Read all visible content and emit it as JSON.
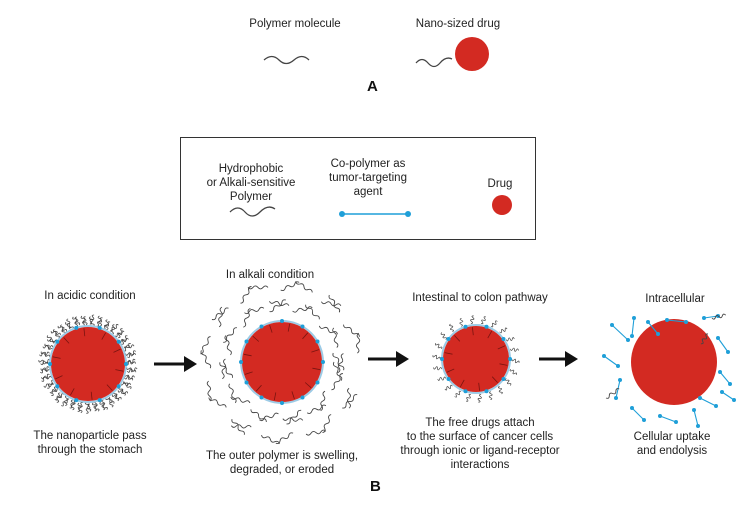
{
  "colors": {
    "drug": "#d32a22",
    "copolymer": "#1f9fd8",
    "polymer": "#444444",
    "arrow": "#111111"
  },
  "panel_a": {
    "polymer_label": "Polymer molecule",
    "drug_label": "Nano-sized drug",
    "panel_letter": "A"
  },
  "legend": {
    "polymer_label": "Hydrophobic\nor Alkali-sensitive\nPolymer",
    "copolymer_label": "Co-polymer as\ntumor-targeting\nagent",
    "drug_label": "Drug"
  },
  "stages": [
    {
      "title": "In acidic condition",
      "caption": "The nanoparticle pass\nthrough the stomach"
    },
    {
      "title": "In alkali condition",
      "caption": "The outer polymer is swelling,\ndegraded, or eroded"
    },
    {
      "title": "Intestinal to colon pathway",
      "caption": "The free drugs attach\nto the surface of cancer cells\nthrough ionic or ligand-receptor\ninteractions"
    },
    {
      "title": "Intracellular",
      "caption": "Cellular uptake\nand endolysis"
    }
  ],
  "panel_b": {
    "panel_letter": "B"
  }
}
